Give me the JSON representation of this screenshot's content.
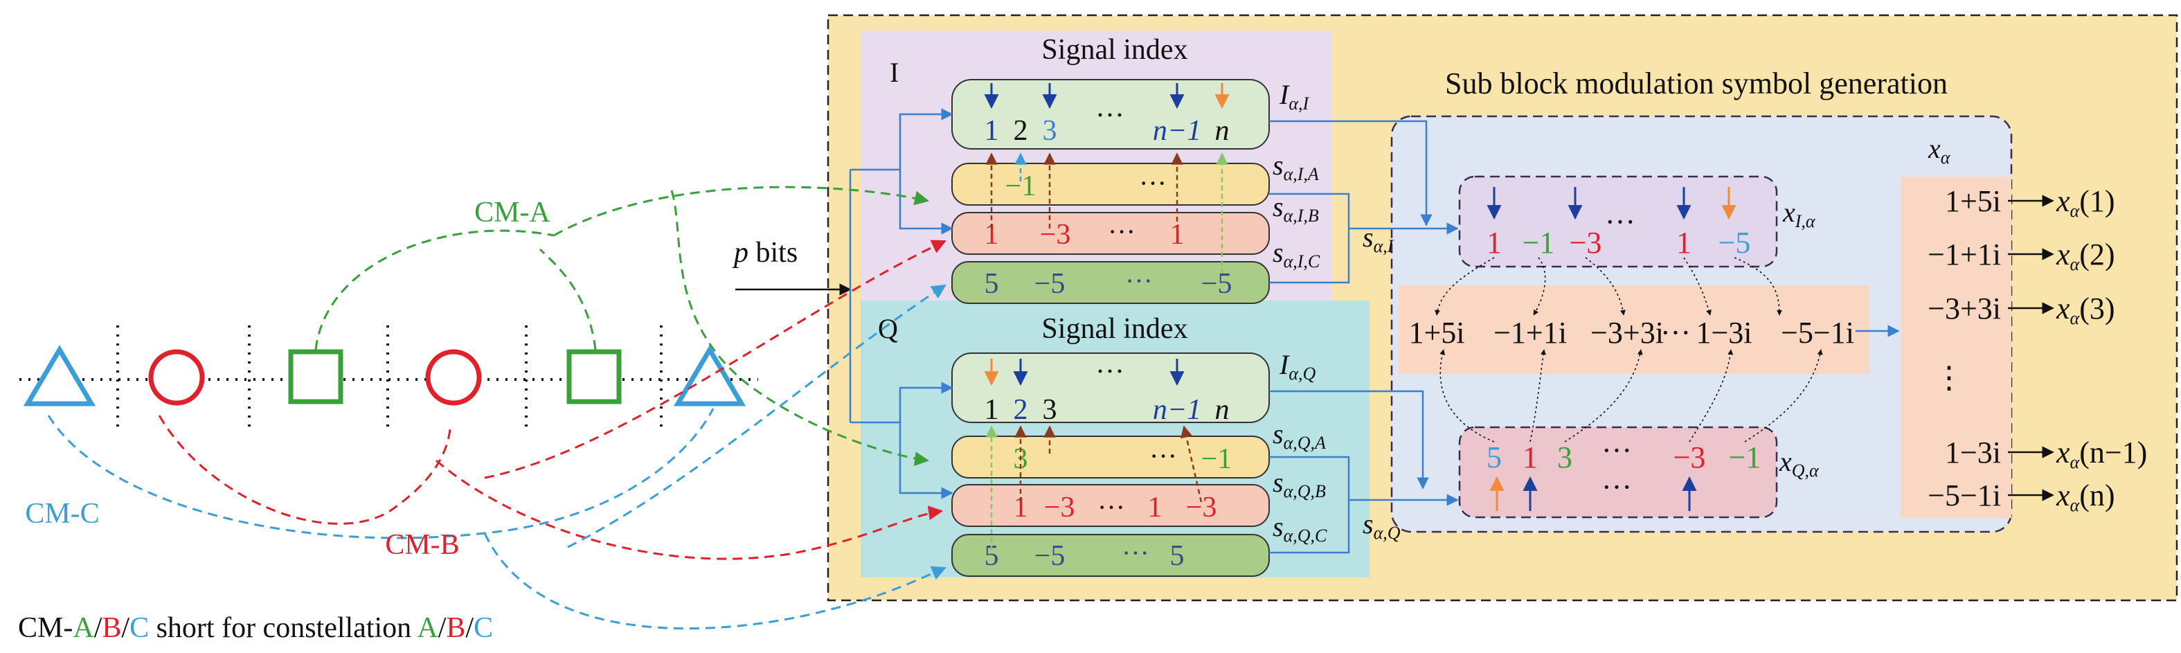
{
  "colors": {
    "A": "#3aa03a",
    "B": "#e0212b",
    "C": "#3a9fd6",
    "navy": "#1b3f9e",
    "orange": "#f08a3c",
    "brown": "#8a3b1e"
  },
  "left": {
    "labels": {
      "cm_a": "CM-A",
      "cm_b": "CM-B",
      "cm_c": "CM-C",
      "p_bits": "p",
      "bits": " bits"
    },
    "legend": {
      "prefix": "CM-",
      "a": "A",
      "b": "B",
      "c": "C",
      "suffix": " short for constellation ",
      "sep": "/"
    }
  },
  "I": {
    "label": "I",
    "title": "Signal index",
    "index_row": [
      "1",
      "2",
      "3",
      "···",
      "n−1",
      "n"
    ],
    "name": {
      "main": "I",
      "sub": "α,I"
    },
    "rows": [
      {
        "name_main": "s",
        "name_sub": "α,I,A",
        "values": [
          "−1",
          "···"
        ]
      },
      {
        "name_main": "s",
        "name_sub": "α,I,B",
        "values": [
          "1",
          "−3",
          "···",
          "1"
        ]
      },
      {
        "name_main": "s",
        "name_sub": "α,I,C",
        "values": [
          "5",
          "−5",
          "···",
          "−5"
        ]
      }
    ],
    "output": {
      "main": "s",
      "sub": "α,I"
    }
  },
  "Q": {
    "label": "Q",
    "title": "Signal index",
    "index_row": [
      "1",
      "2",
      "3",
      "···",
      "n−1",
      "n"
    ],
    "name": {
      "main": "I",
      "sub": "α,Q"
    },
    "rows": [
      {
        "name_main": "s",
        "name_sub": "α,Q,A",
        "values": [
          "3",
          "···",
          "−1"
        ]
      },
      {
        "name_main": "s",
        "name_sub": "α,Q,B",
        "values": [
          "1",
          "−3",
          "···",
          "1",
          "−3"
        ]
      },
      {
        "name_main": "s",
        "name_sub": "α,Q,C",
        "values": [
          "5",
          "−5",
          "···",
          "5"
        ]
      }
    ],
    "output": {
      "main": "s",
      "sub": "α,Q"
    }
  },
  "sub_block": {
    "title": "Sub block modulation symbol generation",
    "xI": {
      "values": [
        "1",
        "−1",
        "−3",
        "···",
        "1",
        "−5"
      ],
      "label_main": "x",
      "label_sub": "I,α"
    },
    "xQ": {
      "values": [
        "5",
        "1",
        "3",
        "···",
        "−3",
        "−1"
      ],
      "dots": "···",
      "label_main": "x",
      "label_sub": "Q,α"
    },
    "combined": [
      "1+5i",
      "−1+1i",
      "−3+3i",
      "···",
      "1−3i",
      "−5−1i"
    ],
    "x_alpha": {
      "label_main": "x",
      "label_sub": "α",
      "values": [
        "1+5i",
        "−1+1i",
        "−3+3i",
        "⋮",
        "1−3i",
        "−5−1i"
      ],
      "outputs": [
        "(1)",
        "(2)",
        "(3)",
        "",
        "(n−1)",
        "(n)"
      ]
    }
  }
}
